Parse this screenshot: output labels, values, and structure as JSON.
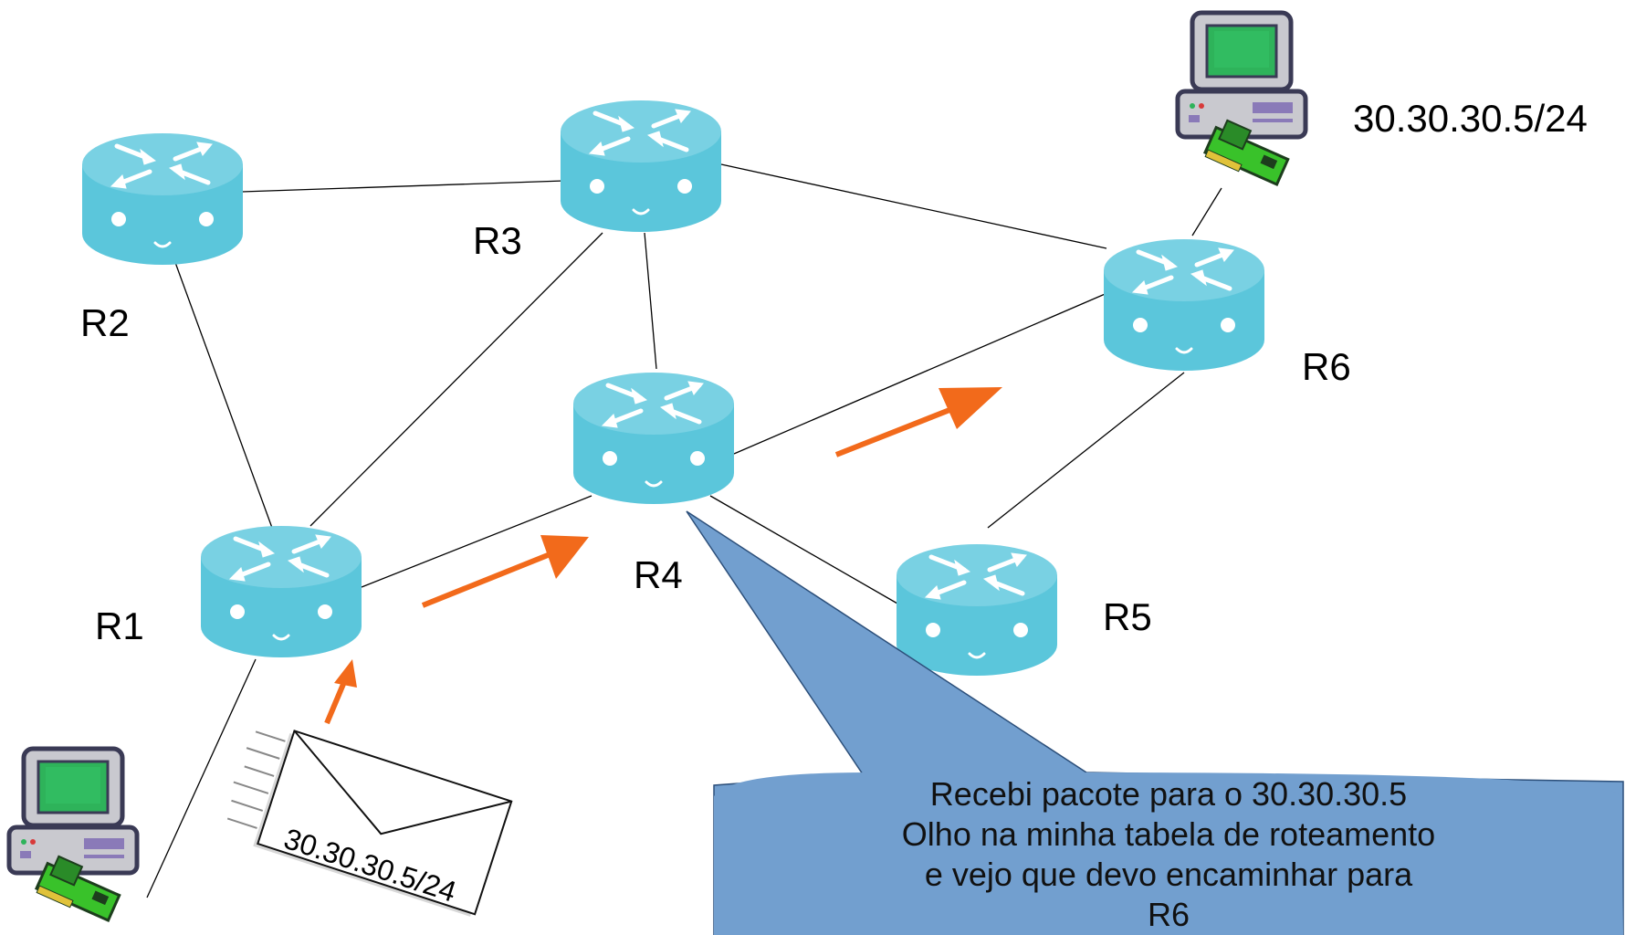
{
  "routers": [
    {
      "id": "R1",
      "label": "R1"
    },
    {
      "id": "R2",
      "label": "R2"
    },
    {
      "id": "R3",
      "label": "R3"
    },
    {
      "id": "R4",
      "label": "R4"
    },
    {
      "id": "R5",
      "label": "R5"
    },
    {
      "id": "R6",
      "label": "R6"
    }
  ],
  "links": [
    [
      "R2",
      "R3"
    ],
    [
      "R2",
      "R1"
    ],
    [
      "R1",
      "R3"
    ],
    [
      "R1",
      "R4"
    ],
    [
      "R3",
      "R4"
    ],
    [
      "R3",
      "R6"
    ],
    [
      "R4",
      "R6"
    ],
    [
      "R4",
      "R5"
    ],
    [
      "R5",
      "R6"
    ],
    [
      "PC-source",
      "R1"
    ],
    [
      "PC-dest",
      "R6"
    ]
  ],
  "dest_host": {
    "address": "30.30.30.5/24"
  },
  "envelope": {
    "address": "30.30.30.5/24"
  },
  "callout": {
    "lines": [
      "Recebi pacote para o 30.30.30.5",
      "Olho na minha tabela de roteamento",
      "e vejo que devo encaminhar para",
      "R6"
    ]
  },
  "colors": {
    "router_body": "#5bc6db",
    "router_top": "#7dd3e4",
    "arrow": "#f26a1b",
    "callout_fill": "#729fcf",
    "screen": "#2eb35a"
  }
}
